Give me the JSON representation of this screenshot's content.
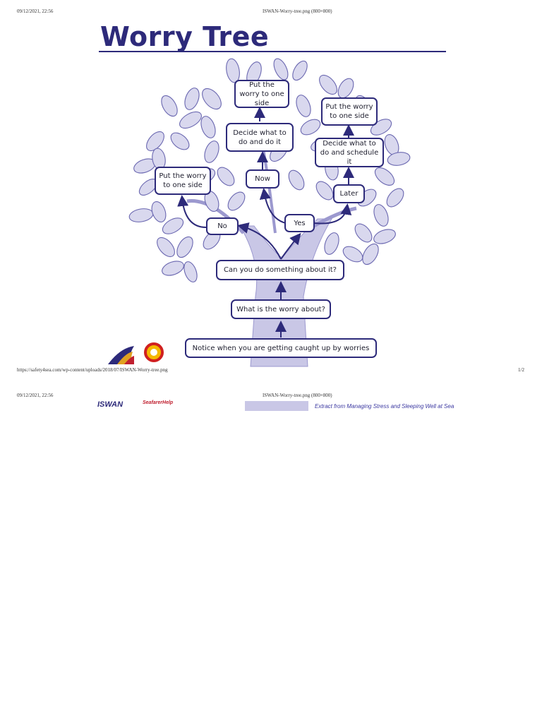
{
  "print_header": {
    "datetime": "09/12/2021, 22:56",
    "doc_title": "ISWAN-Worry-tree.png (800×800)",
    "url": "https://safety4sea.com/wp-content/uploads/2018/07/ISWAN-Worry-tree.png",
    "page": "1/2"
  },
  "print_header_2": {
    "datetime": "09/12/2021, 22:56",
    "doc_title": "ISWAN-Worry-tree.png (800×800)"
  },
  "diagram": {
    "title": "Worry Tree",
    "nodes": {
      "notice": "Notice when you are getting caught up by worries",
      "what": "What is the worry about?",
      "can_do": "Can you do something about it?",
      "no": "No",
      "yes": "Yes",
      "now": "Now",
      "later": "Later",
      "put_left": "Put the worry to one side",
      "put_mid": "Put the worry to one side",
      "put_right": "Put the worry to one side",
      "decide_now": "Decide what to do and do it",
      "decide_later": "Decide what to do and schedule it"
    },
    "colors": {
      "primary": "#2d2a7a",
      "leaf_fill": "#d9d8ee",
      "leaf_stroke": "#6a67b0",
      "trunk": "#c9c7e6"
    }
  },
  "footer": {
    "iswan_label": "ISWAN",
    "seafarer_label": "SeafarerHelp",
    "extract": "Extract from Managing Stress and Sleeping Well at Sea"
  }
}
